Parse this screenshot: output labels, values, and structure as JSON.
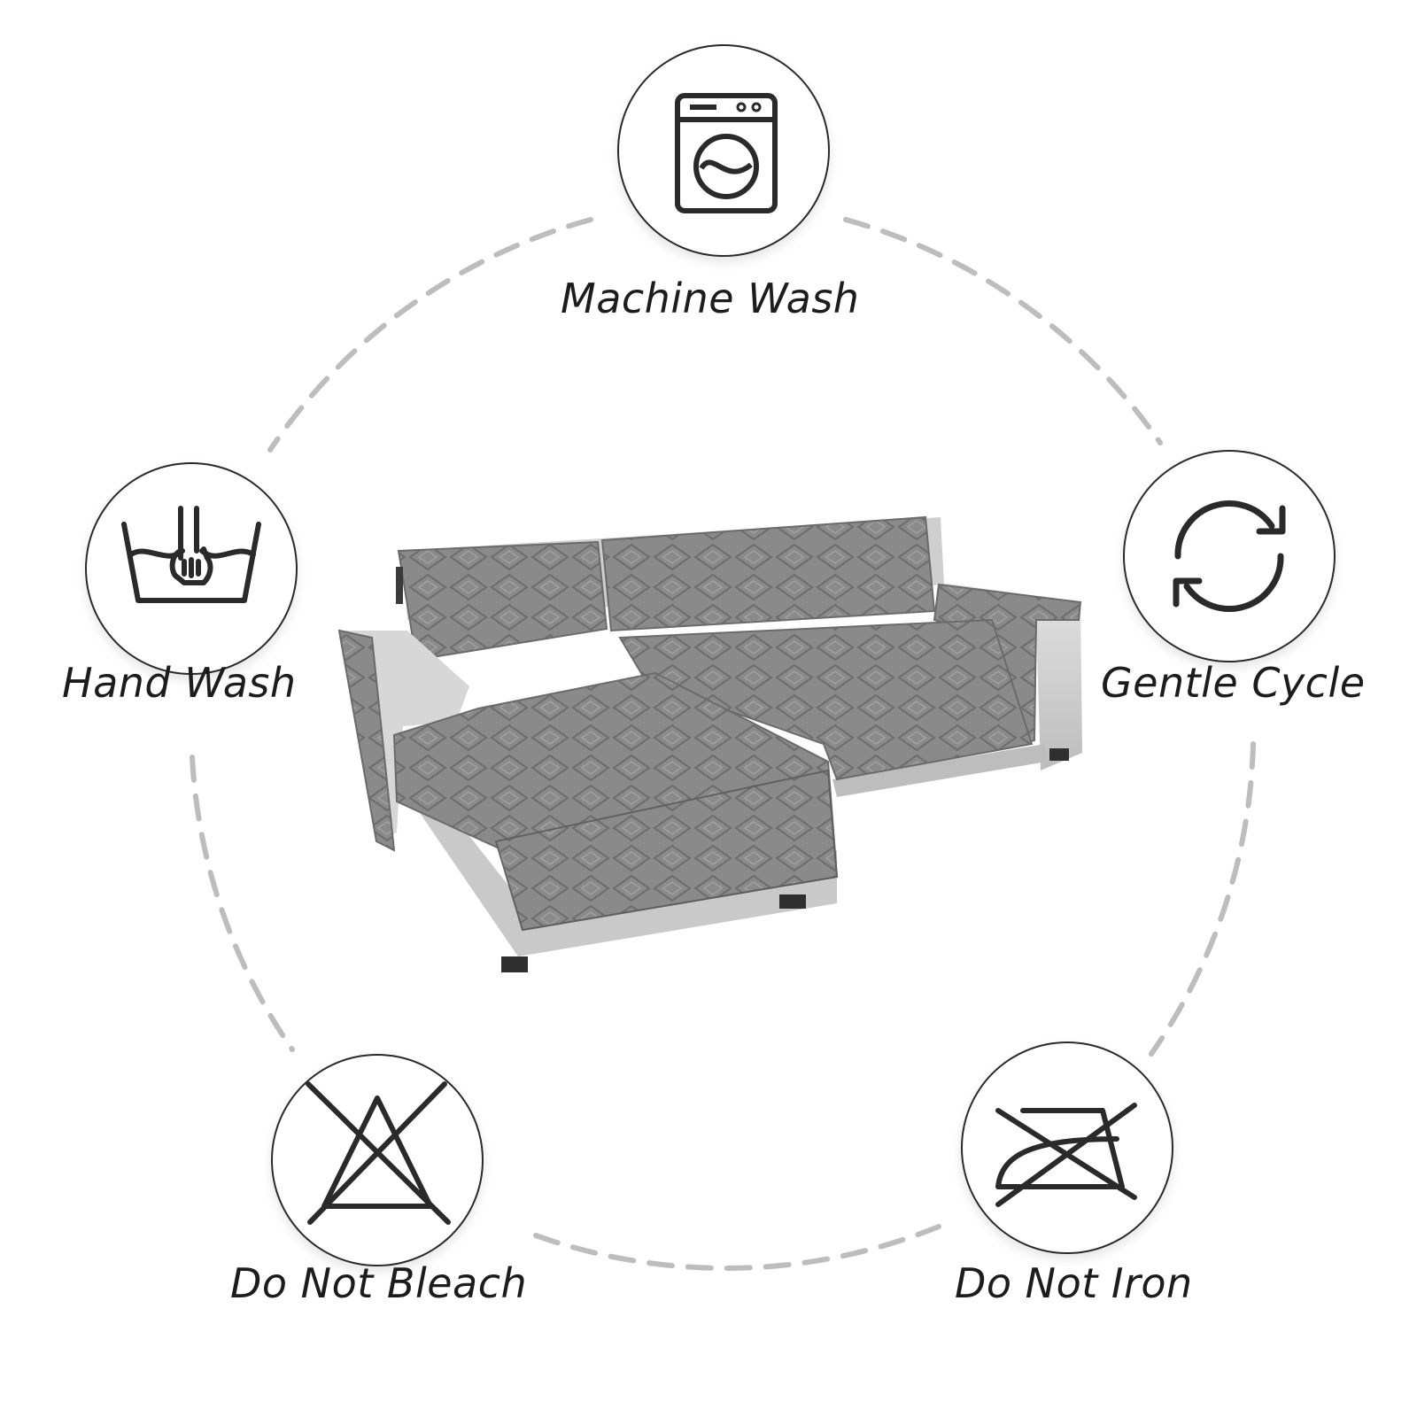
{
  "care_items": {
    "machine_wash": {
      "label": "Machine Wash",
      "icon": "washing-machine-icon"
    },
    "hand_wash": {
      "label": "Hand Wash",
      "icon": "hand-wash-basin-icon"
    },
    "gentle_cycle": {
      "label": "Gentle Cycle",
      "icon": "gentle-cycle-arrows-icon"
    },
    "do_not_bleach": {
      "label": "Do Not Bleach",
      "icon": "crossed-triangle-icon"
    },
    "do_not_iron": {
      "label": "Do Not Iron",
      "icon": "crossed-iron-icon"
    }
  },
  "colors": {
    "icon_stroke": "#2a2a2a",
    "dashed_ring": "#bdbdbd",
    "sofa_cover": "#8a8a8a",
    "sofa_frame": "#d6d6d6"
  },
  "product_image": "gray-l-shaped-sectional-sofa-with-quilted-cover"
}
